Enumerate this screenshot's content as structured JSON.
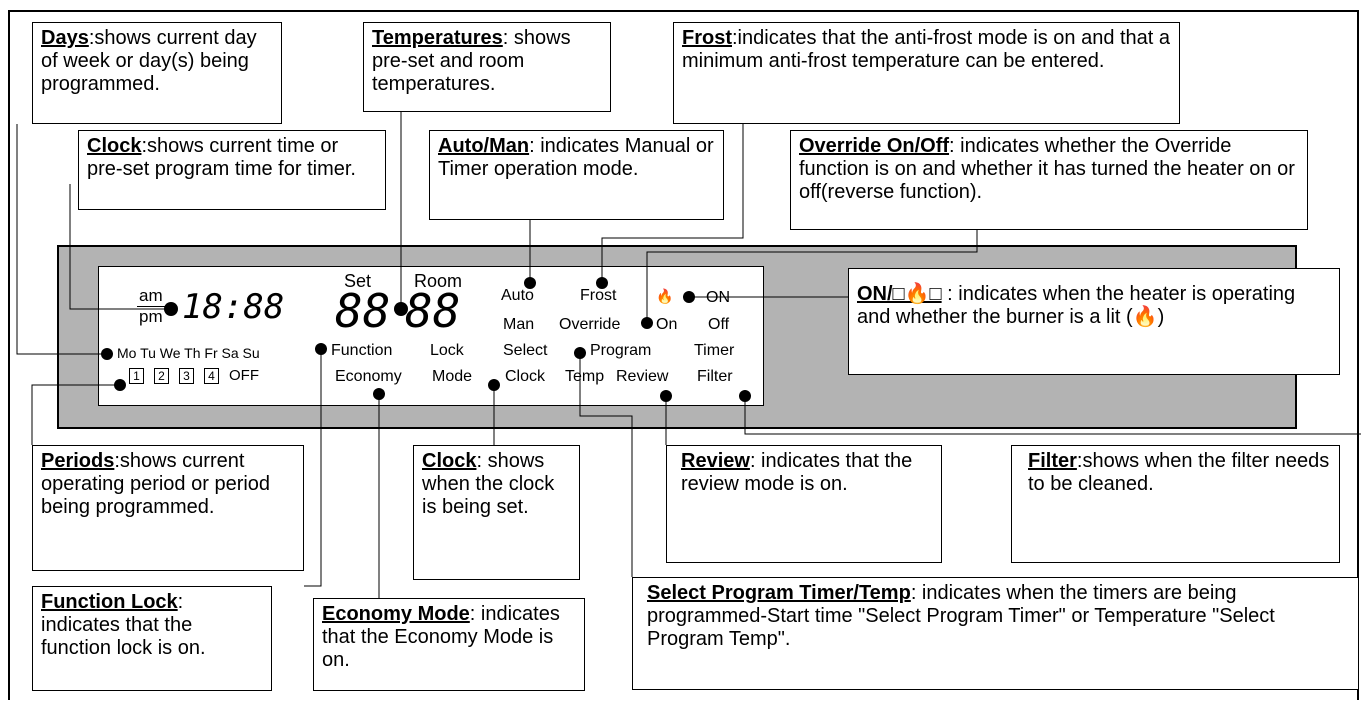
{
  "callouts": {
    "days": {
      "title": "Days",
      "rest": ":shows current day of week or day(s) being programmed."
    },
    "temperatures": {
      "title": "Temperatures",
      "rest": ": shows pre-set and room temperatures."
    },
    "frost": {
      "title": "Frost",
      "rest": ":indicates that the anti-frost mode is on and that a minimum anti-frost temperature can be entered."
    },
    "clock_top": {
      "title": "Clock",
      "rest": ":shows current time or pre-set program time for timer."
    },
    "auto_man": {
      "title": "Auto/Man",
      "rest": ": indicates Manual or Timer operation mode."
    },
    "override": {
      "title": "Override On/Off",
      "rest": ":  indicates whether the Override function is on and whether it has turned the heater on or off(reverse function)."
    },
    "on_flame": {
      "title": "ON/□🔥□",
      "rest": " :  indicates when the heater is operating and whether the burner is a lit (🔥)"
    },
    "periods": {
      "title": "Periods",
      "rest": ":shows current operating period or period being programmed."
    },
    "clock_bottom": {
      "title": "Clock",
      "rest": ": shows when the clock is being set."
    },
    "review": {
      "title": "Review",
      "rest": ": indicates that the review mode is on."
    },
    "filter": {
      "title": "Filter",
      "rest": ":shows when the filter needs to be cleaned."
    },
    "function_lock": {
      "title": "Function Lock",
      "rest": ": indicates that the function lock is on."
    },
    "economy_mode": {
      "title": "Economy Mode",
      "rest": ": indicates that the Economy Mode is on."
    },
    "select_program": {
      "title": "Select Program Timer/Temp",
      "rest": ": indicates when the timers are being programmed-Start time \"Select Program Timer\" or Temperature \"Select Program Temp\"."
    }
  },
  "display": {
    "am": "am",
    "pm": "pm",
    "time_digits": "18:88",
    "set_label": "Set",
    "room_label": "Room",
    "set_digits": "88",
    "room_digits": "88",
    "auto": "Auto",
    "man": "Man",
    "frost": "Frost",
    "override": "Override",
    "on_lower": "On",
    "flame": "🔥",
    "on_upper": "ON",
    "off": "Off",
    "days": "Mo Tu We Th Fr Sa Su",
    "function": "Function",
    "lock": "Lock",
    "select": "Select",
    "program": "Program",
    "timer": "Timer",
    "periods": [
      "1",
      "2",
      "3",
      "4"
    ],
    "periods_off": "OFF",
    "economy": "Economy",
    "mode": "Mode",
    "clock": "Clock",
    "temp": "Temp",
    "review": "Review",
    "filter": "Filter"
  }
}
